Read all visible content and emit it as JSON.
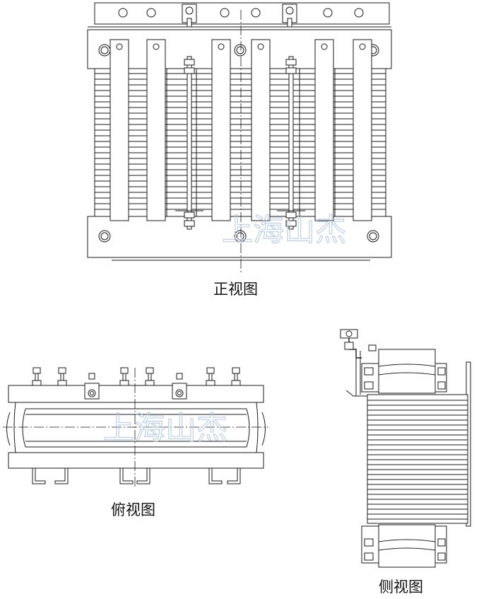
{
  "views": {
    "front": {
      "label": "正视图"
    },
    "top": {
      "label": "俯视图"
    },
    "side": {
      "label": "侧视图"
    }
  },
  "watermark": {
    "text": "上海山杰"
  }
}
